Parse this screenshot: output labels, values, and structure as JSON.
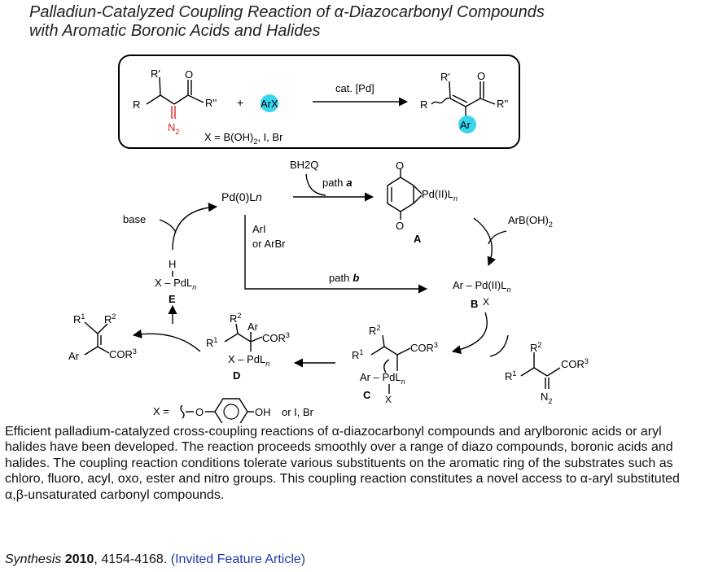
{
  "title": {
    "line1": "Palladiun-Catalyzed Coupling Reaction of α-Diazocarbonyl Compounds",
    "line2": "with Aromatic Boronic Acids and Halides"
  },
  "scheme": {
    "top": {
      "r_prime": "R'",
      "r": "R",
      "o": "O",
      "r2prime": "R''",
      "n": "N",
      "n_sub": "2",
      "plus": "+",
      "arx": "ArX",
      "catalyst": "cat. [Pd]",
      "x_def": "X = B(OH)",
      "x_def_sub": "2",
      "x_def_tail": ", I, Br",
      "prod_r_prime": "R'",
      "prod_r": "R",
      "prod_o": "O",
      "prod_r2prime": "R''",
      "prod_ar": "Ar"
    },
    "cycle": {
      "bh2q": "BH2Q",
      "path_a": "path",
      "path_a_letter": "a",
      "pd0": "Pd(0)L",
      "pd0_n": "n",
      "base": "base",
      "ari": "ArI",
      "or_arbr": "or ArBr",
      "path_b": "path",
      "path_b_letter": "b",
      "a_pd": "Pd(II)L",
      "a_n": "n",
      "a_o": "O",
      "a_label": "A",
      "arboh": "ArB(OH)",
      "arboh_sub": "2",
      "b_pd": "Ar – Pd(II)L",
      "b_n": "n",
      "b_x": "X",
      "b_label": "B",
      "e_h": "H",
      "e_pd": "X – PdL",
      "e_n": "n",
      "e_label": "E",
      "c_r2": "R",
      "c_r1": "R",
      "c_cor3": "COR",
      "c_pd": "Ar – PdL",
      "c_n": "n",
      "c_x": "X",
      "c_label": "C",
      "d_r2": "R",
      "d_r1": "R",
      "d_ar": "Ar",
      "d_cor3": "COR",
      "d_pd": "X – PdL",
      "d_n": "n",
      "d_label": "D",
      "p_r1": "R",
      "p_r2": "R",
      "p_ar": "Ar",
      "p_cor3": "COR",
      "sub_r2": "R",
      "sub_r1": "R",
      "sub_cor3": "COR",
      "sub_n2": "N",
      "x_eq": "X =",
      "x_o": "O",
      "x_oh": "OH",
      "x_tail": "or I, Br"
    }
  },
  "description": "Efficient palladium-catalyzed cross-coupling reactions of α-diazocarbonyl compounds and arylboronic acids or aryl halides have been developed. The reaction proceeds smoothly over a range of diazo compounds, boronic acids and halides. The coupling reaction conditions tolerate various substituents on the aromatic ring of the substrates such as chloro, fluoro, acyl, oxo, ester and nitro groups. This coupling reaction constitutes a novel access to α-aryl substituted α,β-unsaturated carbonyl compounds.",
  "citation": {
    "journal": "Synthesis",
    "year": "2010",
    "pages": ", 4154-4168.",
    "note": "(Invited Feature Article)"
  },
  "colors": {
    "diazo_red": "#e02020",
    "highlight_cyan": "#38d6ee",
    "link_blue": "#1a3aa8"
  }
}
